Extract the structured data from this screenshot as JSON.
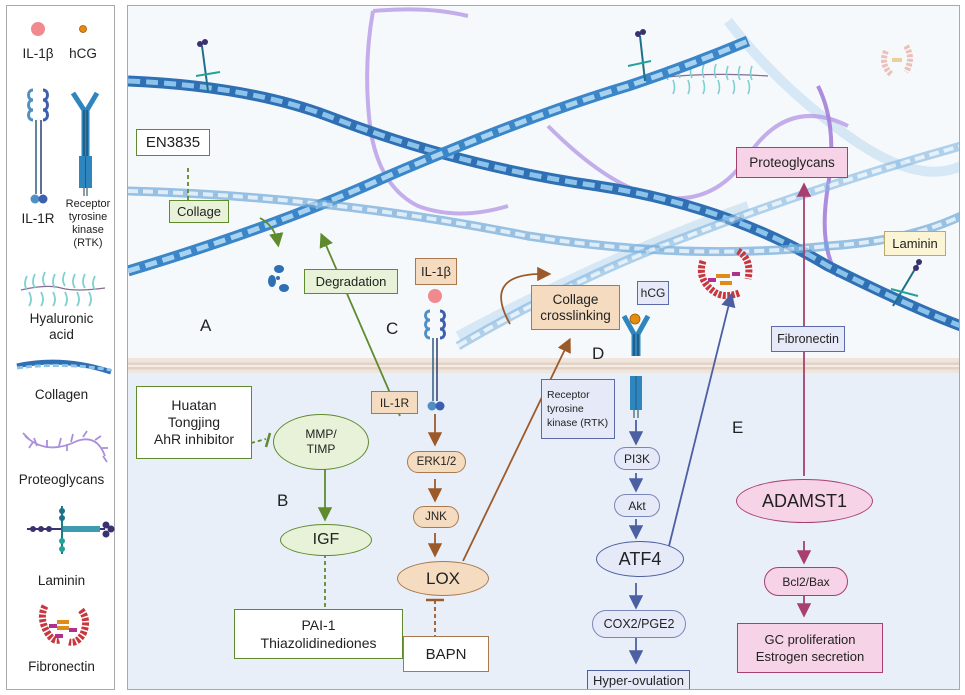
{
  "legend": {
    "items": [
      {
        "label": "IL-1β",
        "icon": "il1b-ligand-icon"
      },
      {
        "label": "hCG",
        "icon": "hcg-ligand-icon"
      },
      {
        "label": "IL-1R",
        "icon": "il1-receptor-icon"
      },
      {
        "label": "Receptor tyrosine kinase (RTK)",
        "icon": "rtk-icon"
      },
      {
        "label": "Hyaluronic acid",
        "icon": "hyaluronic-acid-icon"
      },
      {
        "label": "Collagen",
        "icon": "collagen-icon"
      },
      {
        "label": "Proteoglycans",
        "icon": "proteoglycan-icon"
      },
      {
        "label": "Laminin",
        "icon": "laminin-icon"
      },
      {
        "label": "Fibronectin",
        "icon": "fibronectin-icon"
      }
    ],
    "rtk_lines": [
      "Receptor",
      "tyrosine",
      "kinase",
      "(RTK)"
    ],
    "ha_lines": [
      "Hyaluronic",
      "acid"
    ]
  },
  "panels": {
    "A": "A",
    "B": "B",
    "C": "C",
    "D": "D",
    "E": "E"
  },
  "pathA": {
    "en3835": "EN3835",
    "collage": "Collage",
    "degradation": "Degradation"
  },
  "pathB": {
    "inhibitors": [
      "Huatan",
      "Tongjing",
      "AhR inhibitor"
    ],
    "mmp": [
      "MMP/",
      "TIMP"
    ],
    "igf": "IGF",
    "igf_inhibitors": [
      "PAI-1",
      "Thiazolidinediones"
    ]
  },
  "pathC": {
    "il1b": "IL-1β",
    "il1r": "IL-1R",
    "erk": "ERK1/2",
    "jnk": "JNK",
    "lox": "LOX",
    "bapn": "BAPN",
    "crosslinking": [
      "Collage",
      "crosslinking"
    ]
  },
  "pathD": {
    "hcg": "hCG",
    "rtk": [
      "Receptor",
      "tyrosine",
      "kinase (RTK)"
    ],
    "pi3k": "PI3K",
    "akt": "Akt",
    "atf4": "ATF4",
    "cox2": "COX2/PGE2",
    "hyper": "Hyper-ovulation",
    "fibronectin": "Fibronectin"
  },
  "pathE": {
    "proteoglycans": "Proteoglycans",
    "laminin": "Laminin",
    "adamst1": "ADAMST1",
    "bcl2": "Bcl2/Bax",
    "outcomes": [
      "GC proliferation",
      "Estrogen secretion"
    ]
  },
  "colors": {
    "green": "#5f8a2e",
    "brown": "#9c5a2a",
    "blue": "#4d5fa3",
    "magenta": "#a8406f",
    "collagen_dark": "#2f6fb3",
    "collagen_light": "#8cc3ea"
  }
}
